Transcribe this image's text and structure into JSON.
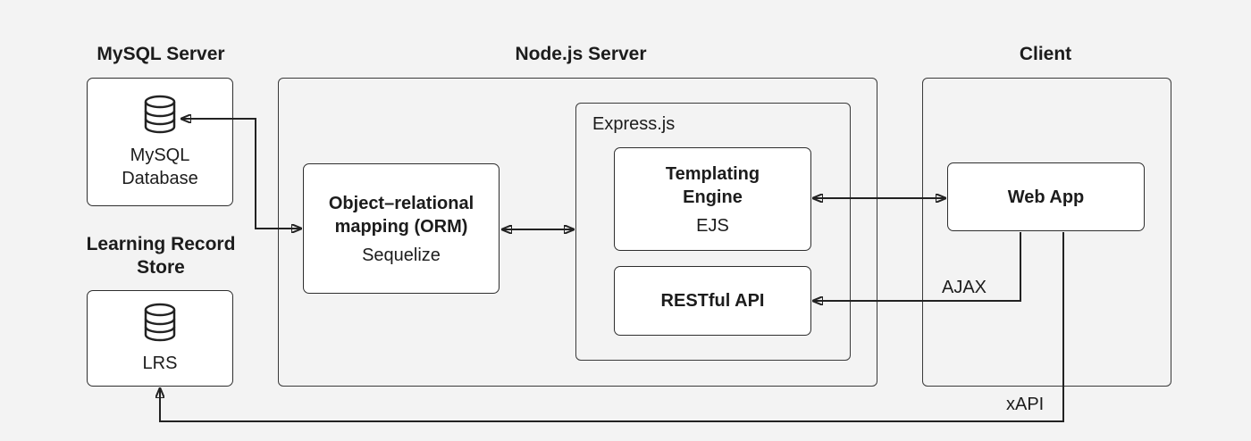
{
  "groups": {
    "mysql_server": "MySQL Server",
    "nodejs_server": "Node.js Server",
    "client": "Client",
    "lrs": "Learning Record Store"
  },
  "nodes": {
    "mysql_db": {
      "line1": "MySQL",
      "line2": "Database",
      "icon": "database-icon"
    },
    "lrs": {
      "label": "LRS",
      "icon": "database-icon"
    },
    "orm": {
      "title": "Object–relational mapping (ORM)",
      "subtitle": "Sequelize"
    },
    "express": {
      "label": "Express.js"
    },
    "templating": {
      "title": "Templating Engine",
      "subtitle": "EJS"
    },
    "restful": {
      "title": "RESTful API"
    },
    "webapp": {
      "title": "Web App"
    }
  },
  "edge_labels": {
    "ajax": "AJAX",
    "xapi": "xAPI"
  },
  "colors": {
    "background": "#f3f3f3",
    "box_fill": "#ffffff",
    "stroke": "#222222"
  }
}
